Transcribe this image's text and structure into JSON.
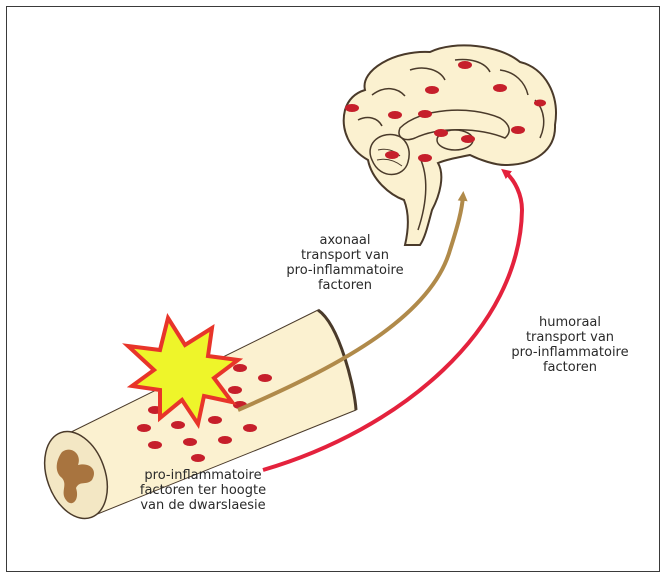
{
  "labels": {
    "axonal": [
      "axonaal",
      "transport van",
      "pro-inflammatoire",
      "factoren"
    ],
    "humoral": [
      "humoraal",
      "transport van",
      "pro-inflammatoire",
      "factoren"
    ],
    "lesion": [
      "pro-inflammatoire",
      "factoren ter hoogte",
      "van de dwarslaesie"
    ]
  },
  "colors": {
    "axonal_arrow": "#b08a4a",
    "humoral_arrow": "#e4223d",
    "tissue_cream": "#fbf1d0",
    "factor_dot": "#c61f2b",
    "lesion_burst_fill": "#eef52a",
    "lesion_burst_outline": "#e8352a",
    "grey_matter": "#a8743f"
  }
}
